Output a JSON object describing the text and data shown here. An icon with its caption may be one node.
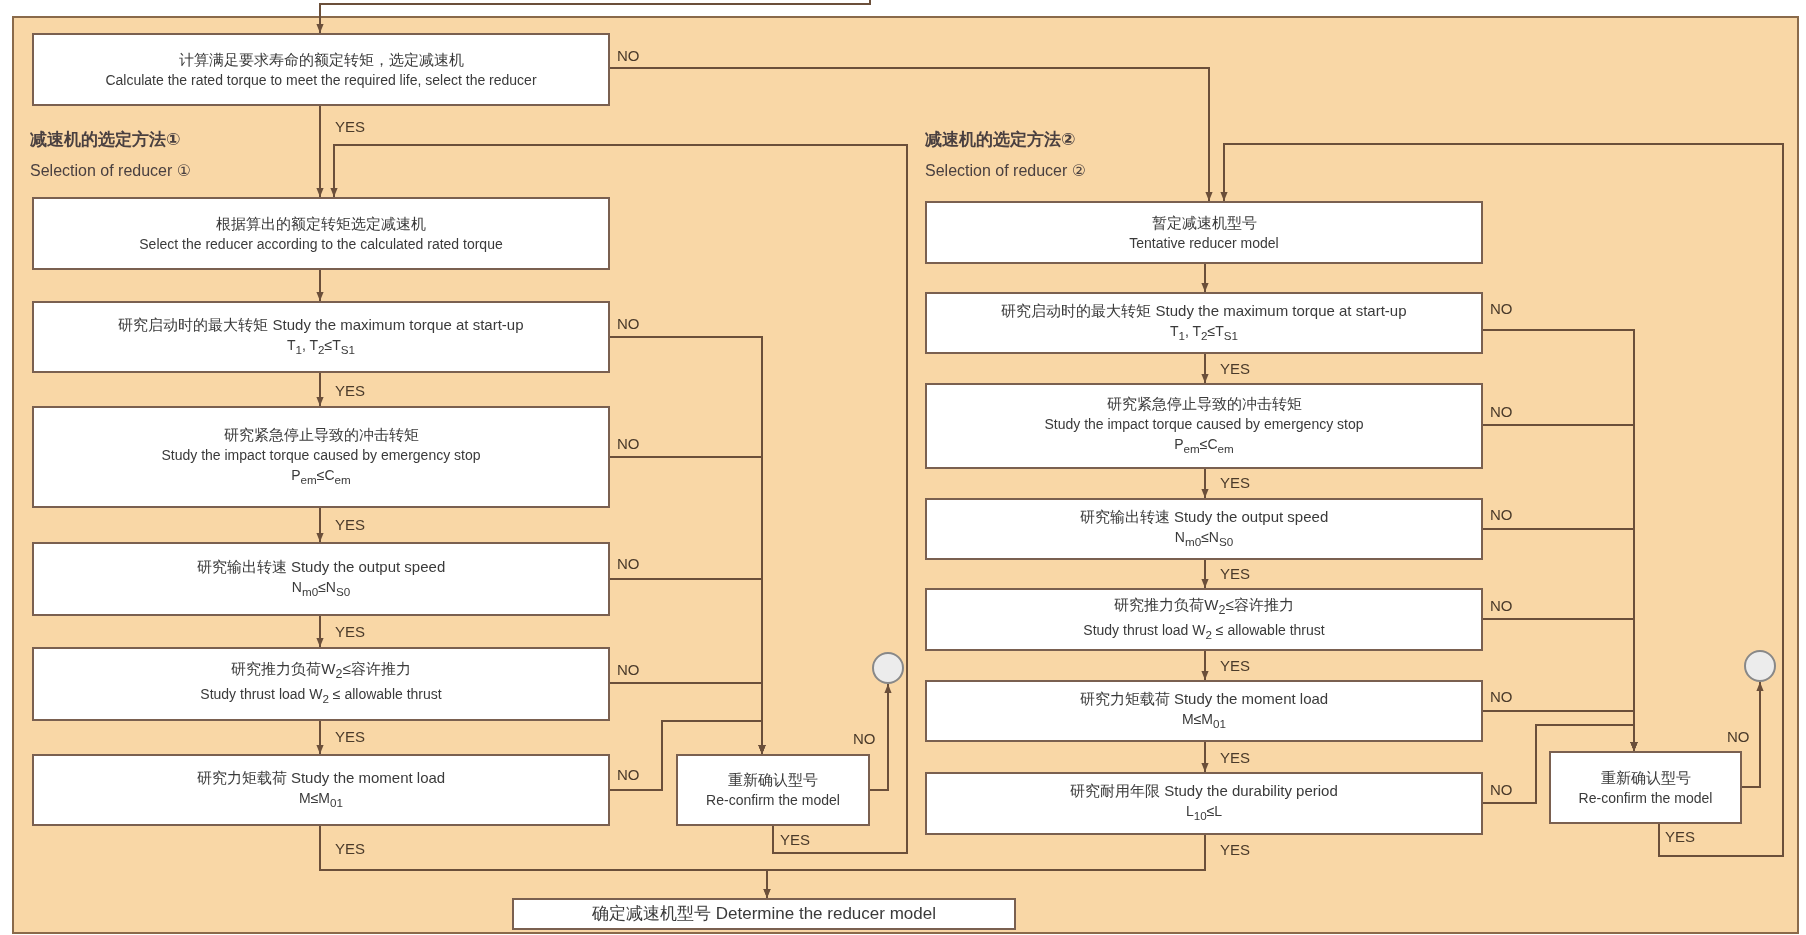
{
  "diagram": {
    "nodes": [
      {
        "text": [
          "计算满足要求寿命的额定转矩，选定减速机",
          "Calculate the rated torque to meet the required life, select the reducer"
        ]
      },
      {
        "text": [
          "根据算出的额定转矩选定减速机",
          "Select the reducer according to the calculated rated torque"
        ]
      },
      {
        "text": [
          "研究启动时的最大转矩 Study the maximum torque at start-up",
          "T$_{1}$, T$_{2}$≤T$_{S1}$"
        ]
      },
      {
        "text": [
          "研究紧急停止导致的冲击转矩",
          "Study the impact torque caused by emergency stop",
          "P$_{em}$≤C$_{em}$"
        ]
      },
      {
        "text": [
          "研究输出转速 Study the output speed",
          "N$_{m0}$≤N$_{S0}$"
        ]
      },
      {
        "text": [
          "研究推力负荷W$_{2}$≤容许推力",
          "Study thrust load W$_{2}$ ≤ allowable thrust"
        ]
      },
      {
        "text": [
          "研究力矩载荷 Study the moment load",
          "M≤M$_{01}$"
        ]
      },
      {
        "text": [
          "重新确认型号",
          "Re-confirm the model"
        ]
      },
      {
        "text": [],
        "shape": "circle"
      },
      {
        "text": [
          "暂定减速机型号",
          "Tentative reducer model"
        ]
      },
      {
        "text": [
          "研究启动时的最大转矩 Study the maximum torque at start-up",
          "T$_{1}$, T$_{2}$≤T$_{S1}$"
        ]
      },
      {
        "text": [
          "研究紧急停止导致的冲击转矩",
          "Study the impact torque caused by emergency stop",
          "P$_{em}$≤C$_{em}$"
        ]
      },
      {
        "text": [
          "研究输出转速 Study the output speed",
          "N$_{m0}$≤N$_{S0}$"
        ]
      },
      {
        "text": [
          "研究推力负荷W$_{2}$≤容许推力",
          "Study thrust load W$_{2}$ ≤ allowable thrust"
        ]
      },
      {
        "text": [
          "研究力矩载荷 Study the moment load",
          "M≤M$_{01}$"
        ]
      },
      {
        "text": [
          "研究耐用年限 Study the durability period",
          "L$_{10}$≤L"
        ]
      },
      {
        "text": [
          "重新确认型号",
          "Re-confirm the model"
        ]
      },
      {
        "text": [],
        "shape": "circle"
      },
      {
        "text": [
          "确定减速机型号 Determine the reducer model"
        ]
      }
    ],
    "edges": [
      {
        "from": null,
        "to": 0,
        "arrow": "to"
      },
      {
        "from": 0,
        "to": 9,
        "arrow": "to",
        "label": "NO"
      },
      {
        "from": 0,
        "to": 1,
        "arrow": "to",
        "label": "YES"
      },
      {
        "from": 1,
        "to": 2,
        "arrow": "to"
      },
      {
        "from": 2,
        "to": 3,
        "arrow": "to",
        "label": "YES"
      },
      {
        "from": 3,
        "to": 4,
        "arrow": "to",
        "label": "YES"
      },
      {
        "from": 4,
        "to": 5,
        "arrow": "to",
        "label": "YES"
      },
      {
        "from": 5,
        "to": 6,
        "arrow": "to",
        "label": "YES"
      },
      {
        "from": 6,
        "to": 18,
        "arrow": "to",
        "label": "YES"
      },
      {
        "from": 2,
        "to": 7,
        "arrow": "to",
        "label": "NO"
      },
      {
        "from": 3,
        "to": 7,
        "arrow": "to",
        "label": "NO"
      },
      {
        "from": 4,
        "to": 7,
        "arrow": "to",
        "label": "NO"
      },
      {
        "from": 5,
        "to": 7,
        "arrow": "to",
        "label": "NO"
      },
      {
        "from": 6,
        "to": 7,
        "arrow": "to",
        "label": "NO"
      },
      {
        "from": 7,
        "to": 8,
        "arrow": "to",
        "label": "NO"
      },
      {
        "from": 7,
        "to": 1,
        "arrow": "to",
        "label": "YES"
      },
      {
        "from": 9,
        "to": 10,
        "arrow": "to"
      },
      {
        "from": 10,
        "to": 11,
        "arrow": "to",
        "label": "YES"
      },
      {
        "from": 11,
        "to": 12,
        "arrow": "to",
        "label": "YES"
      },
      {
        "from": 12,
        "to": 13,
        "arrow": "to",
        "label": "YES"
      },
      {
        "from": 13,
        "to": 14,
        "arrow": "to",
        "label": "YES"
      },
      {
        "from": 14,
        "to": 15,
        "arrow": "to",
        "label": "YES"
      },
      {
        "from": 15,
        "to": 18,
        "arrow": "to",
        "label": "YES"
      },
      {
        "from": 10,
        "to": 16,
        "arrow": "to",
        "label": "NO"
      },
      {
        "from": 11,
        "to": 16,
        "arrow": "to",
        "label": "NO"
      },
      {
        "from": 12,
        "to": 16,
        "arrow": "to",
        "label": "NO"
      },
      {
        "from": 13,
        "to": 16,
        "arrow": "to",
        "label": "NO"
      },
      {
        "from": 14,
        "to": 16,
        "arrow": "to",
        "label": "NO"
      },
      {
        "from": 15,
        "to": 16,
        "arrow": "to",
        "label": "NO"
      },
      {
        "from": 16,
        "to": 17,
        "arrow": "to",
        "label": "NO"
      },
      {
        "from": 16,
        "to": 9,
        "arrow": "to",
        "label": "YES"
      }
    ],
    "labels": [
      "减速机的选定方法①",
      "Selection of reducer ①",
      "减速机的选定方法②",
      "Selection of reducer ②"
    ]
  }
}
